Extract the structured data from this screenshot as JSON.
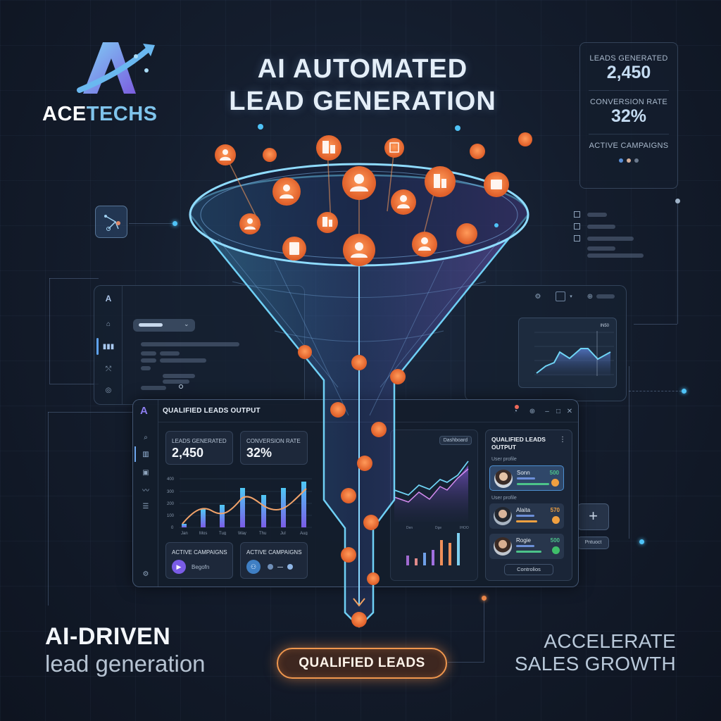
{
  "brand": {
    "name_part1": "ACE",
    "name_part2": "TECHS",
    "logo_letter": "A"
  },
  "header": {
    "title_line1": "AI AUTOMATED",
    "title_line2": "LEAD GENERATION"
  },
  "stats_card": {
    "leads_label": "LEADS GENERATED",
    "leads_value": "2,450",
    "conversion_label": "CONVERSION RATE",
    "conversion_value": "32%",
    "campaigns_label": "ACTIVE CAMPAIGNS",
    "dots": [
      "#5b8fd6",
      "#d6b09a",
      "#6b7a8e"
    ]
  },
  "dashboard": {
    "logo_letter": "A",
    "title": "QUALIFIED LEADS OUTPUT",
    "kpis": [
      {
        "label": "LEADS GENERATED",
        "value": "2,450"
      },
      {
        "label": "CONVERSION RATE",
        "value": "32%"
      }
    ],
    "campaigns": [
      {
        "label": "ACTIVE CAMPAIGNS",
        "action": "Begofn"
      },
      {
        "label": "ACTIVE CAMPAIGNS"
      }
    ],
    "dashboard_chip": "Dashboard",
    "window_controls": [
      "notification-icon",
      "globe-icon",
      "minimize-icon",
      "maximize-icon",
      "close-icon"
    ],
    "qualified_panel": {
      "title_line1": "QUALIFIED LEADS",
      "title_line2": "OUTPUT",
      "sub1": "User profile",
      "sub2": "User profile",
      "leads": [
        {
          "name": "Sonn",
          "score": "500",
          "score_color": "#4cc38a",
          "coin_color": "#f0a040",
          "bar_color": "#4cc38a",
          "selected": true
        },
        {
          "name": "Alaita",
          "score": "570",
          "score_color": "#f0a040",
          "coin_color": "#f0a040",
          "bar_color": "#f0a040",
          "selected": false
        },
        {
          "name": "Rogie",
          "score": "500",
          "score_color": "#4cc38a",
          "coin_color": "#3fbf6a",
          "bar_color": "#4cc38a",
          "selected": false
        }
      ],
      "button": "Controlios"
    }
  },
  "chart_data": [
    {
      "type": "bar",
      "title": "",
      "categories": [
        "Jan",
        "Mos",
        "Tug",
        "Way",
        "Thu",
        "Jul",
        "Aug"
      ],
      "values": [
        30,
        150,
        180,
        320,
        260,
        320,
        370
      ],
      "line_overlay": [
        40,
        165,
        115,
        275,
        195,
        170,
        330
      ],
      "yticks": [
        0,
        100,
        200,
        300,
        400
      ],
      "ylim": [
        0,
        400
      ],
      "grid": true
    },
    {
      "type": "area",
      "series": [
        {
          "name": "cyan",
          "values": [
            55,
            48,
            62,
            58,
            70,
            66,
            88
          ]
        },
        {
          "name": "purple",
          "values": [
            45,
            38,
            50,
            44,
            58,
            56,
            75
          ]
        }
      ],
      "xlabels": [
        "Den",
        "",
        "Dge",
        "IHOO"
      ]
    },
    {
      "type": "bar",
      "values": [
        25,
        18,
        30,
        38,
        62,
        55,
        80
      ]
    },
    {
      "type": "area",
      "title": "",
      "tag": "IN50",
      "values": [
        10,
        25,
        40,
        65,
        45,
        80,
        50,
        70
      ],
      "grid": true
    }
  ],
  "side_panel": {
    "add_label": "+",
    "product_label": "Pntuoct"
  },
  "footer": {
    "left_bold": "AI-DRIVEN",
    "left_light": "lead generation",
    "pill": "QUALIFIED LEADS",
    "right_line1": "ACCELERATE",
    "right_line2": "SALES GROWTH"
  },
  "colors": {
    "accent_orange": "#f08a4b",
    "accent_cyan": "#4fc3f7",
    "accent_purple": "#8a6cf0",
    "background": "#141d2d"
  }
}
